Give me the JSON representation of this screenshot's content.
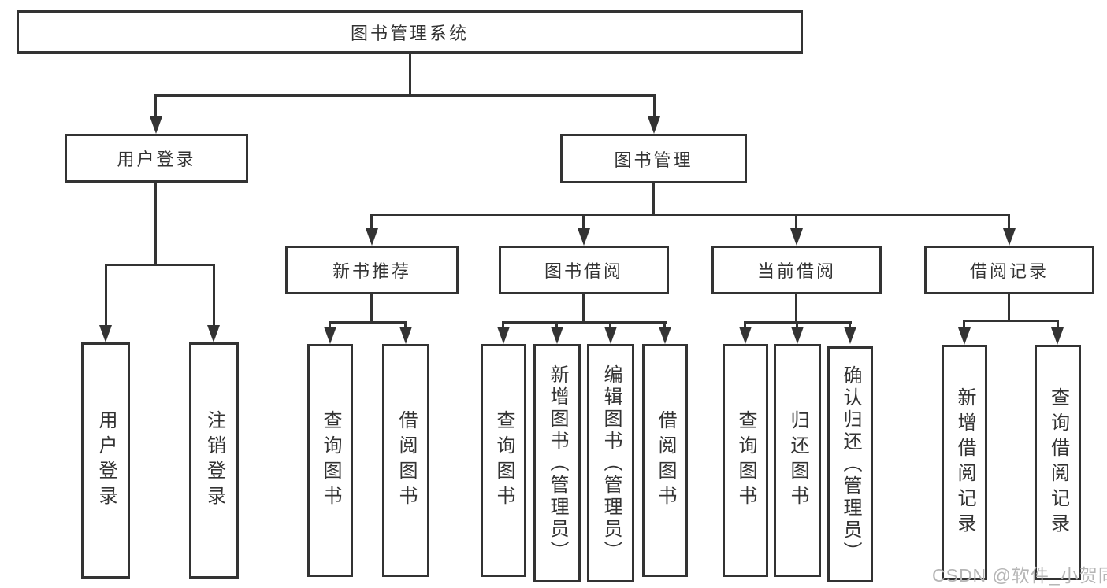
{
  "diagram": {
    "root": {
      "label": "图书管理系统"
    },
    "branches": {
      "user_login": {
        "label": "用户登录",
        "children": [
          {
            "label": "用户登录"
          },
          {
            "label": "注销登录"
          }
        ]
      },
      "book_mgmt": {
        "label": "图书管理",
        "children": [
          {
            "label": "新书推荐",
            "children": [
              {
                "label": "查询图书"
              },
              {
                "label": "借阅图书"
              }
            ]
          },
          {
            "label": "图书借阅",
            "children": [
              {
                "label": "查询图书"
              },
              {
                "label": "新增图书（管理员）"
              },
              {
                "label": "编辑图书（管理员）"
              },
              {
                "label": "借阅图书"
              }
            ]
          },
          {
            "label": "当前借阅",
            "children": [
              {
                "label": "查询图书"
              },
              {
                "label": "归还图书"
              },
              {
                "label": "确认归还（管理员）"
              }
            ]
          },
          {
            "label": "借阅记录",
            "children": [
              {
                "label": "新增借阅记录"
              },
              {
                "label": "查询借阅记录"
              }
            ]
          }
        ]
      }
    }
  },
  "watermark": {
    "text": "CSDN @软件_小贺同学"
  },
  "colors": {
    "line": "#333333",
    "box_border": "#333333",
    "text": "#333333",
    "watermark": "#b5b5b5",
    "background": "#ffffff"
  }
}
